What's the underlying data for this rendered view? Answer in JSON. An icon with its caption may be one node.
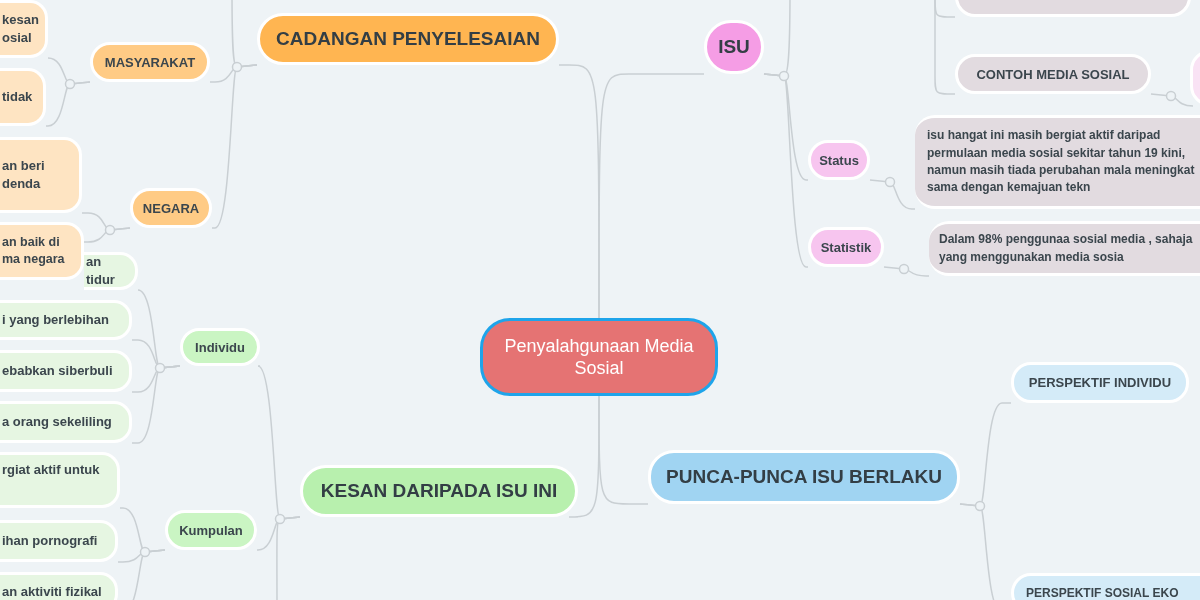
{
  "diagram": {
    "nodes": [
      {
        "text": [
          "Penyalahgunaan Media Sosial"
        ]
      },
      {
        "text": [
          "CADANGAN PENYELESAIAN"
        ]
      },
      {
        "text": [
          "MASYARAKAT"
        ]
      },
      {
        "text": [
          "kesan osial"
        ]
      },
      {
        "text": [
          "tidak"
        ]
      },
      {
        "text": [
          "NEGARA"
        ]
      },
      {
        "text": [
          "an beri denda"
        ]
      },
      {
        "text": [
          "an baik di ma negara"
        ]
      },
      {
        "text": [
          "an tidur"
        ]
      },
      {
        "text": [
          "Individu"
        ]
      },
      {
        "text": [
          "i yang berlebihan"
        ]
      },
      {
        "text": [
          "ebabkan siberbuli"
        ]
      },
      {
        "text": [
          "a orang sekeliling"
        ]
      },
      {
        "text": [
          "KESAN DARIPADA ISU INI"
        ]
      },
      {
        "text": [
          "Kumpulan"
        ]
      },
      {
        "text": [
          "rgiat aktif untuk"
        ]
      },
      {
        "text": [
          "ihan pornografi"
        ]
      },
      {
        "text": [
          "an aktiviti fizikal"
        ]
      },
      {
        "text": [
          "ISU"
        ]
      },
      {
        "text": [],
        "shape": "box"
      },
      {
        "text": [
          "CONTOH MEDIA SOSIAL"
        ]
      },
      {
        "text": [],
        "shape": "box"
      },
      {
        "text": [
          "Status"
        ]
      },
      {
        "text": [
          "isu hangat ini masih bergiat aktif daripad permulaan media sosial sekitar tahun 19 kini, namun masih tiada perubahan mala meningkat sama dengan kemajuan tekn"
        ]
      },
      {
        "text": [
          "Statistik"
        ]
      },
      {
        "text": [
          "Dalam 98% penggunaa sosial media , sahaja yang menggunakan media sosia"
        ]
      },
      {
        "text": [
          "PUNCA-PUNCA ISU BERLAKU"
        ]
      },
      {
        "text": [
          "PERSPEKTIF INDIVIDU"
        ]
      },
      {
        "text": [
          "PERSPEKTIF SOSIAL EKO"
        ]
      }
    ],
    "edges": [
      {
        "from": 0,
        "to": 1,
        "arrow": "none"
      },
      {
        "from": 0,
        "to": 13,
        "arrow": "none"
      },
      {
        "from": 0,
        "to": 18,
        "arrow": "none"
      },
      {
        "from": 0,
        "to": 26,
        "arrow": "none"
      },
      {
        "from": 1,
        "to": null,
        "arrow": "none"
      },
      {
        "from": 1,
        "to": 2,
        "arrow": "none"
      },
      {
        "from": 1,
        "to": 5,
        "arrow": "none"
      },
      {
        "from": 2,
        "to": 3,
        "arrow": "none"
      },
      {
        "from": 2,
        "to": 4,
        "arrow": "none"
      },
      {
        "from": 5,
        "to": 6,
        "arrow": "none"
      },
      {
        "from": 5,
        "to": 7,
        "arrow": "none"
      },
      {
        "from": 13,
        "to": 9,
        "arrow": "none"
      },
      {
        "from": 13,
        "to": 14,
        "arrow": "none"
      },
      {
        "from": 13,
        "to": null,
        "arrow": "none"
      },
      {
        "from": 9,
        "to": 8,
        "arrow": "none"
      },
      {
        "from": 9,
        "to": 10,
        "arrow": "none"
      },
      {
        "from": 9,
        "to": 11,
        "arrow": "none"
      },
      {
        "from": 9,
        "to": 12,
        "arrow": "none"
      },
      {
        "from": 14,
        "to": 15,
        "arrow": "none"
      },
      {
        "from": 14,
        "to": 16,
        "arrow": "none"
      },
      {
        "from": 14,
        "to": 17,
        "arrow": "none"
      },
      {
        "from": 18,
        "to": null,
        "arrow": "none"
      },
      {
        "from": null,
        "to": 19,
        "arrow": "none"
      },
      {
        "from": null,
        "to": 20,
        "arrow": "none"
      },
      {
        "from": 20,
        "to": 21,
        "arrow": "none"
      },
      {
        "from": 18,
        "to": 22,
        "arrow": "none"
      },
      {
        "from": 18,
        "to": 24,
        "arrow": "none"
      },
      {
        "from": 22,
        "to": 23,
        "arrow": "none"
      },
      {
        "from": 24,
        "to": 25,
        "arrow": "none"
      },
      {
        "from": 26,
        "to": 27,
        "arrow": "none"
      },
      {
        "from": 26,
        "to": 28,
        "arrow": "none"
      }
    ]
  }
}
